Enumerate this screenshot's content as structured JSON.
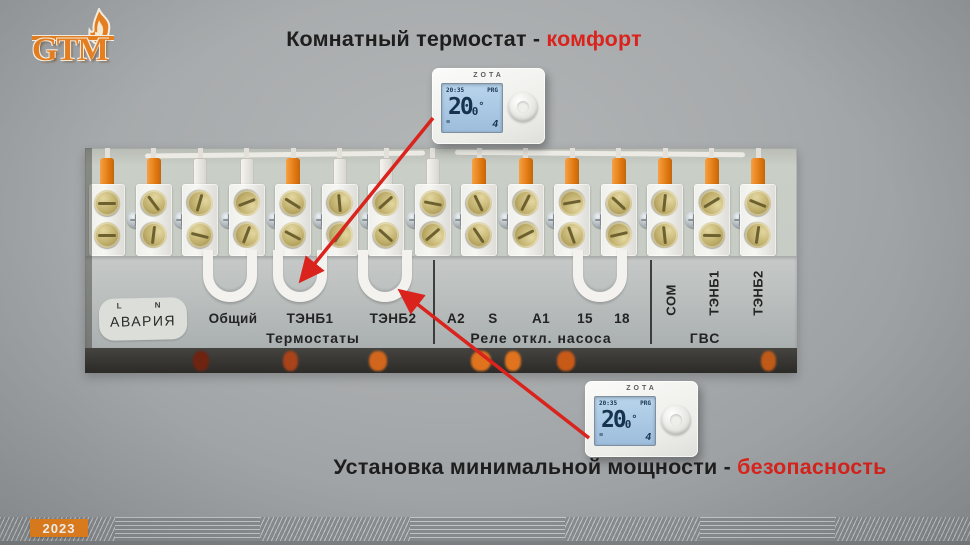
{
  "logo": {
    "text": "GTM"
  },
  "header": {
    "title": "Комнатный термостат -",
    "highlight": "комфорт"
  },
  "caption": {
    "text": "Установка минимальной мощности -",
    "highlight": "безопасность"
  },
  "footer": {
    "year": "2023"
  },
  "thermostat": {
    "brand": "ZOTA",
    "time": "20:35",
    "mode": "PRG",
    "temp": "20",
    "temp_frac": "0",
    "degree": "°",
    "menu_icon": "≡",
    "level": "4"
  },
  "board": {
    "alarm_label": "АВАРИЯ",
    "alarm_l": "L",
    "alarm_n": "N",
    "sections": [
      {
        "title": "Термостаты",
        "terminals": [
          "Общий",
          "ТЭНБ1",
          "ТЭНБ2"
        ]
      },
      {
        "title": "Реле откл. насоса",
        "terminals": [
          "A2",
          "S",
          "A1",
          "15",
          "18"
        ]
      },
      {
        "title": "ГВС",
        "terminals": [
          "COM",
          "ТЭНБ1",
          "ТЭНБ2"
        ]
      }
    ],
    "stub_colors": [
      "orange",
      "orange",
      "white",
      "white",
      "orange",
      "white",
      "white",
      "white",
      "orange",
      "orange",
      "orange",
      "orange",
      "orange",
      "orange",
      "orange"
    ]
  },
  "colors": {
    "accent_red": "#d9231c",
    "accent_orange": "#ea831f"
  }
}
